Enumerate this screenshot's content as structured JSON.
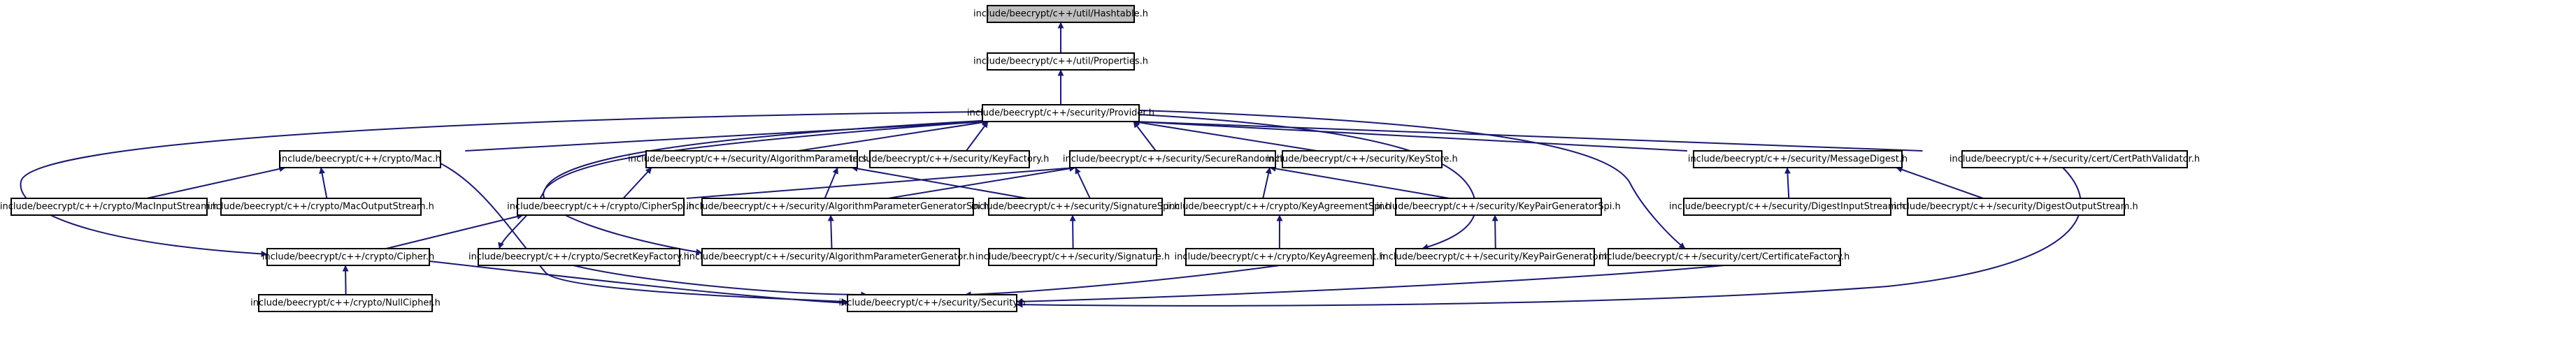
{
  "graph": {
    "root_fill": "#bfbfbf",
    "node_fill": "#ffffff",
    "edge_color": "#191970",
    "nodes": [
      {
        "id": "hashtable",
        "label": "include/beecrypt/c++/util/Hashtable.h",
        "highlight": true
      },
      {
        "id": "properties",
        "label": "include/beecrypt/c++/util/Properties.h"
      },
      {
        "id": "provider",
        "label": "include/beecrypt/c++/security/Provider.h"
      },
      {
        "id": "mac",
        "label": "include/beecrypt/c++/crypto/Mac.h"
      },
      {
        "id": "algparams",
        "label": "include/beecrypt/c++/security/AlgorithmParameters.h"
      },
      {
        "id": "keyfactory",
        "label": "include/beecrypt/c++/security/KeyFactory.h"
      },
      {
        "id": "securerandom",
        "label": "include/beecrypt/c++/security/SecureRandom.h"
      },
      {
        "id": "keystore",
        "label": "include/beecrypt/c++/security/KeyStore.h"
      },
      {
        "id": "messagedigest",
        "label": "include/beecrypt/c++/security/MessageDigest.h"
      },
      {
        "id": "certpathvalidator",
        "label": "include/beecrypt/c++/security/cert/CertPathValidator.h"
      },
      {
        "id": "macinputstream",
        "label": "include/beecrypt/c++/crypto/MacInputStream.h"
      },
      {
        "id": "macoutputstream",
        "label": "include/beecrypt/c++/crypto/MacOutputStream.h"
      },
      {
        "id": "cipherspi",
        "label": "include/beecrypt/c++/crypto/CipherSpi.h"
      },
      {
        "id": "algparamgenspi",
        "label": "include/beecrypt/c++/security/AlgorithmParameterGeneratorSpi.h"
      },
      {
        "id": "signaturespi",
        "label": "include/beecrypt/c++/security/SignatureSpi.h"
      },
      {
        "id": "keyagreementspi",
        "label": "include/beecrypt/c++/crypto/KeyAgreementSpi.h"
      },
      {
        "id": "keypairgenspi",
        "label": "include/beecrypt/c++/security/KeyPairGeneratorSpi.h"
      },
      {
        "id": "digestinputstream",
        "label": "include/beecrypt/c++/security/DigestInputStream.h"
      },
      {
        "id": "digestoutputstream",
        "label": "include/beecrypt/c++/security/DigestOutputStream.h"
      },
      {
        "id": "cipher",
        "label": "include/beecrypt/c++/crypto/Cipher.h"
      },
      {
        "id": "secretkeyfactory",
        "label": "include/beecrypt/c++/crypto/SecretKeyFactory.h"
      },
      {
        "id": "algparamgen",
        "label": "include/beecrypt/c++/security/AlgorithmParameterGenerator.h"
      },
      {
        "id": "signature",
        "label": "include/beecrypt/c++/security/Signature.h"
      },
      {
        "id": "keyagreement",
        "label": "include/beecrypt/c++/crypto/KeyAgreement.h"
      },
      {
        "id": "keypairgen",
        "label": "include/beecrypt/c++/security/KeyPairGenerator.h"
      },
      {
        "id": "certfactory",
        "label": "include/beecrypt/c++/security/cert/CertificateFactory.h"
      },
      {
        "id": "nullcipher",
        "label": "include/beecrypt/c++/crypto/NullCipher.h"
      },
      {
        "id": "security",
        "label": "include/beecrypt/c++/security/Security.h"
      }
    ],
    "edges": [
      [
        "hashtable",
        "properties"
      ],
      [
        "properties",
        "provider"
      ],
      [
        "provider",
        "mac"
      ],
      [
        "provider",
        "algparams"
      ],
      [
        "provider",
        "keyfactory"
      ],
      [
        "provider",
        "securerandom"
      ],
      [
        "provider",
        "keystore"
      ],
      [
        "provider",
        "messagedigest"
      ],
      [
        "provider",
        "certpathvalidator"
      ],
      [
        "provider",
        "cipher"
      ],
      [
        "provider",
        "secretkeyfactory"
      ],
      [
        "provider",
        "algparamgen"
      ],
      [
        "provider",
        "keypairgen"
      ],
      [
        "provider",
        "certfactory"
      ],
      [
        "mac",
        "macinputstream"
      ],
      [
        "mac",
        "macoutputstream"
      ],
      [
        "mac",
        "security"
      ],
      [
        "algparams",
        "cipherspi"
      ],
      [
        "algparams",
        "algparamgenspi"
      ],
      [
        "algparams",
        "signaturespi"
      ],
      [
        "securerandom",
        "cipherspi"
      ],
      [
        "securerandom",
        "algparamgenspi"
      ],
      [
        "securerandom",
        "signaturespi"
      ],
      [
        "securerandom",
        "keyagreementspi"
      ],
      [
        "securerandom",
        "keypairgenspi"
      ],
      [
        "messagedigest",
        "digestinputstream"
      ],
      [
        "messagedigest",
        "digestoutputstream"
      ],
      [
        "certpathvalidator",
        "security"
      ],
      [
        "cipherspi",
        "cipher"
      ],
      [
        "algparamgenspi",
        "algparamgen"
      ],
      [
        "signaturespi",
        "signature"
      ],
      [
        "keyagreementspi",
        "keyagreement"
      ],
      [
        "keypairgenspi",
        "keypairgen"
      ],
      [
        "cipher",
        "nullcipher"
      ],
      [
        "cipher",
        "security"
      ],
      [
        "secretkeyfactory",
        "security"
      ],
      [
        "keyagreement",
        "security"
      ],
      [
        "certfactory",
        "security"
      ]
    ]
  }
}
